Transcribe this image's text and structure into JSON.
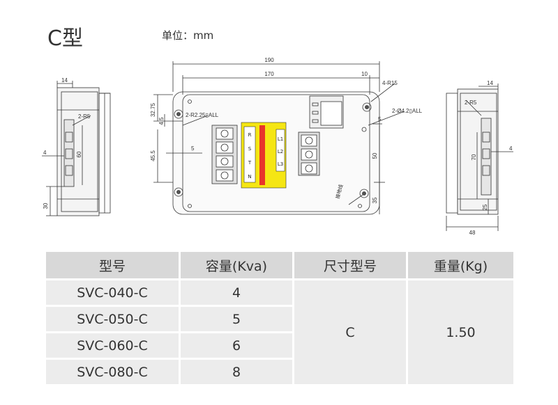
{
  "title": "C型",
  "unit_label": "单位：mm",
  "drawing": {
    "dims": {
      "overall_length": "190",
      "inner_length": "170",
      "flange": "10",
      "corner_holes": "4-R15",
      "hole_r2": "2-R2.25▯ALL",
      "hole_d4": "2-Ø4.2▯ALL",
      "left_3275": "32.75",
      "left_45": "4.5",
      "left_455": "45.5",
      "d5a": "5",
      "d5b": "5",
      "r50": "50",
      "r35": "35",
      "side_14": "14",
      "side_r5": "2-R5",
      "side_4": "4",
      "side_60": "60",
      "side_30": "30",
      "right_14": "14",
      "right_r5": "2-R5",
      "right_70": "70",
      "right_4": "4",
      "right_25": "25",
      "right_48": "48"
    },
    "terminal_labels": {
      "input": [
        "R",
        "S",
        "T",
        "N"
      ],
      "output": [
        "L1",
        "L2",
        "L3"
      ],
      "ground": "接地线"
    }
  },
  "table": {
    "headers": [
      "型号",
      "容量(Kva)",
      "尺寸型号",
      "重量(Kg)"
    ],
    "rows": [
      {
        "model": "SVC-040-C",
        "capacity": "4"
      },
      {
        "model": "SVC-050-C",
        "capacity": "5"
      },
      {
        "model": "SVC-060-C",
        "capacity": "6"
      },
      {
        "model": "SVC-080-C",
        "capacity": "8"
      }
    ],
    "size_model": "C",
    "weight": "1.50"
  },
  "colors": {
    "label_yellow": "#f5e614",
    "label_red": "#e8342b",
    "header_bg": "#d8d8d8",
    "cell_bg": "#ececec"
  }
}
